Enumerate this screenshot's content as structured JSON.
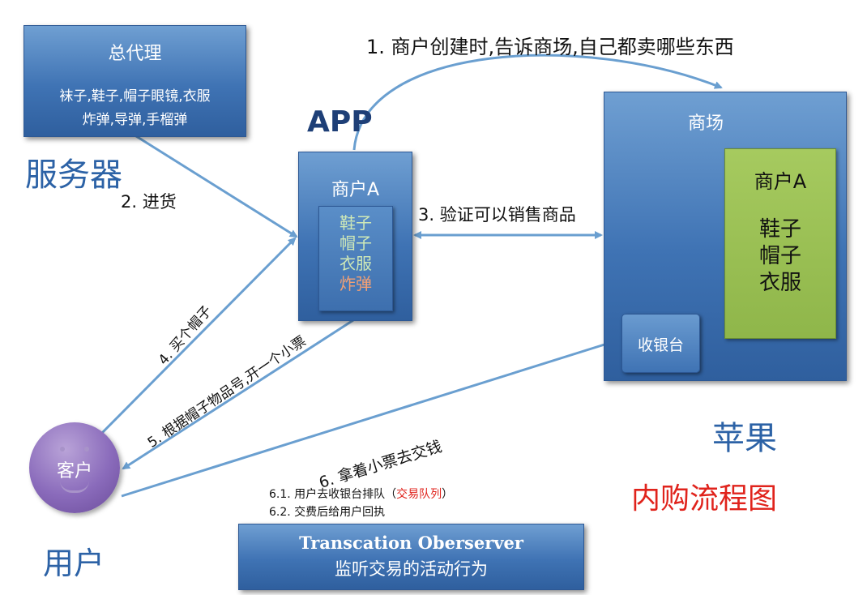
{
  "server": {
    "title": "总代理",
    "line1": "袜子,鞋子,帽子眼镜,衣服",
    "line2": "炸弹,导弹,手榴弹",
    "caption": "服务器"
  },
  "app": {
    "caption": "APP",
    "merchant": "商户A",
    "items": [
      "鞋子",
      "帽子",
      "衣服",
      "炸弹"
    ]
  },
  "mall": {
    "title": "商场",
    "merchant": "商户A",
    "items": [
      "鞋子",
      "帽子",
      "衣服"
    ],
    "cashier": "收银台",
    "caption": "苹果"
  },
  "customer": {
    "label": "客户",
    "caption": "用户"
  },
  "steps": {
    "s1": "1. 商户创建时,告诉商场,自己都卖哪些东西",
    "s2": "2. 进货",
    "s3": "3. 验证可以销售商品",
    "s4": "4. 买个帽子",
    "s5": "5. 根据帽子物品号,开一个小票",
    "s6": "6. 拿着小票去交钱",
    "s61_prefix": "6.1. 用户去收银台排队（",
    "s61_red": "交易队列",
    "s61_suffix": "）",
    "s62": "6.2. 交费后给用户回执"
  },
  "observer": {
    "line1": "Transcation Oberserver",
    "line2": "监听交易的活动行为"
  },
  "diagram_title": "内购流程图",
  "colors": {
    "arrow": "#6a9fd0",
    "red": "#e0231c",
    "bomb": "#f3a074",
    "goods": "#cfe9b7",
    "green": "#9cc256"
  }
}
